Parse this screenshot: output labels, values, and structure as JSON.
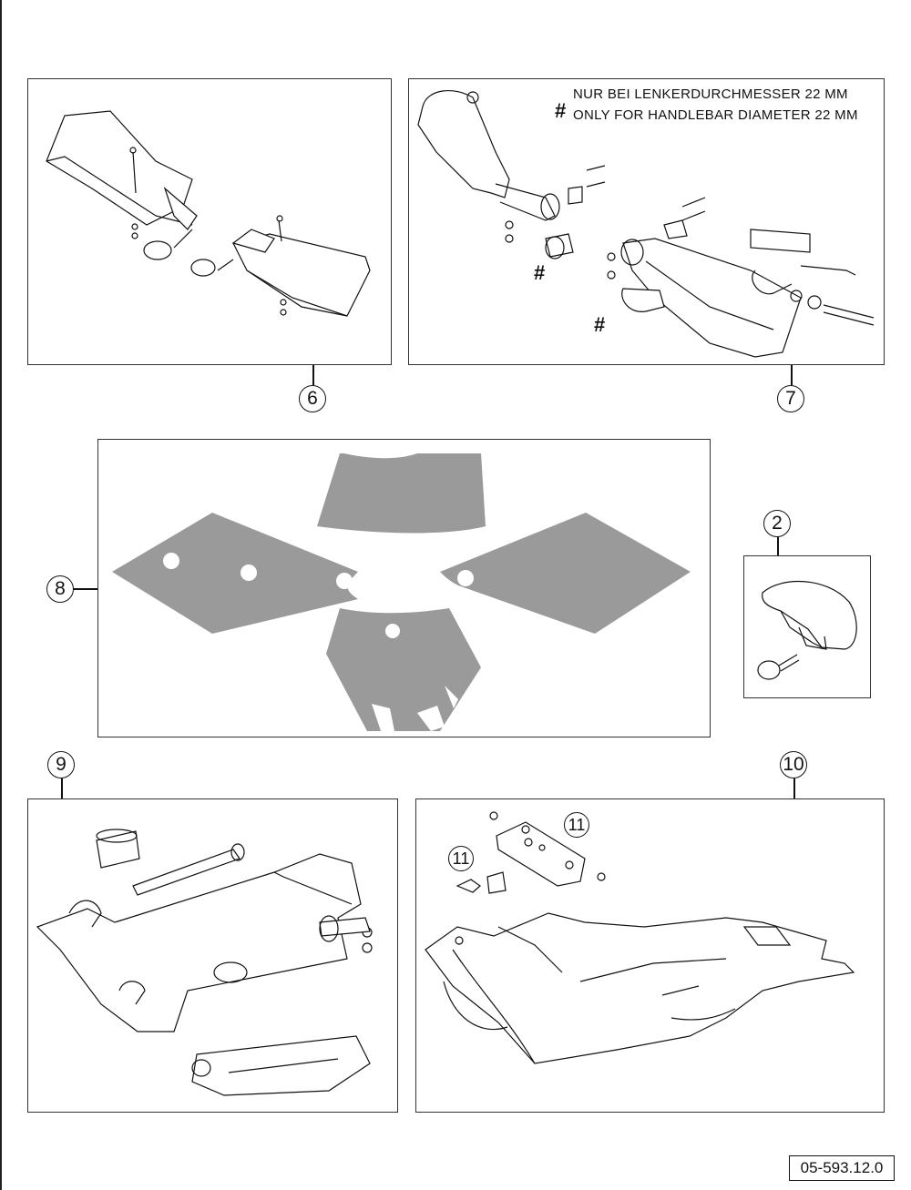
{
  "callouts": {
    "c6": "6",
    "c7": "7",
    "c8": "8",
    "c2": "2",
    "c9": "9",
    "c10": "10",
    "c11a": "11",
    "c11b": "11"
  },
  "note": {
    "hash": "#",
    "line1": "NUR BEI LENKERDURCHMESSER 22 MM",
    "line2": "ONLY FOR HANDLEBAR DIAMETER 22 MM"
  },
  "hash_marks": [
    "#",
    "#"
  ],
  "document_number": "05-593.12.0",
  "colors": {
    "line": "#111111",
    "decal_fill": "#9a9a9a",
    "background": "#ffffff"
  }
}
